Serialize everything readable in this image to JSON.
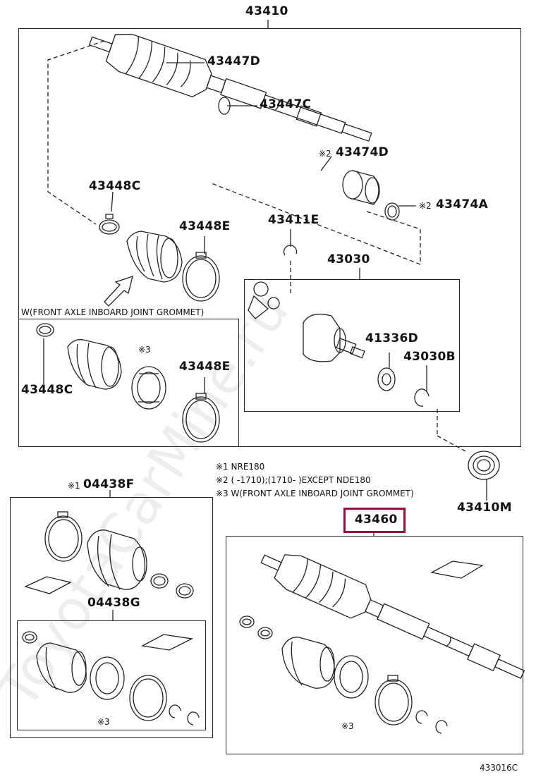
{
  "labels": {
    "main_assembly": "43410",
    "boot_outer": "43447D",
    "clamp_outer": "43447C",
    "center_bearing": "43474D",
    "bearing_mark": "※2",
    "snap_ring_a": "43474A",
    "snap_ring_mark": "※2",
    "clamp_small": "43448C",
    "clamp_band": "43448E",
    "snap_ring_e": "43411E",
    "inboard_joint": "43030",
    "oil_seal": "41336D",
    "snap_ring_b": "43030B",
    "grommet_title": "W(FRONT AXLE INBOARD JOINT GROMMET)",
    "grommet_mark": "※3",
    "clamp_small_2": "43448C",
    "clamp_band_2": "43448E",
    "dust_deflector": "43410M",
    "kit_outer": "04438F",
    "kit_outer_mark": "※1",
    "kit_inner": "04438G",
    "kit_inner_mark": "※3",
    "shaft_assembly": "43460",
    "shaft_mark": "※3",
    "diagram_code": "433016C"
  },
  "notes": [
    "※1 NRE180",
    "※2 (      -1710);(1710-      )EXCEPT NDE180",
    "※3 W(FRONT AXLE INBOARD JOINT GROMMET)"
  ],
  "watermark": "ToyotaCarMine.ru",
  "colors": {
    "highlight": "#a0103a",
    "line": "#222222"
  }
}
